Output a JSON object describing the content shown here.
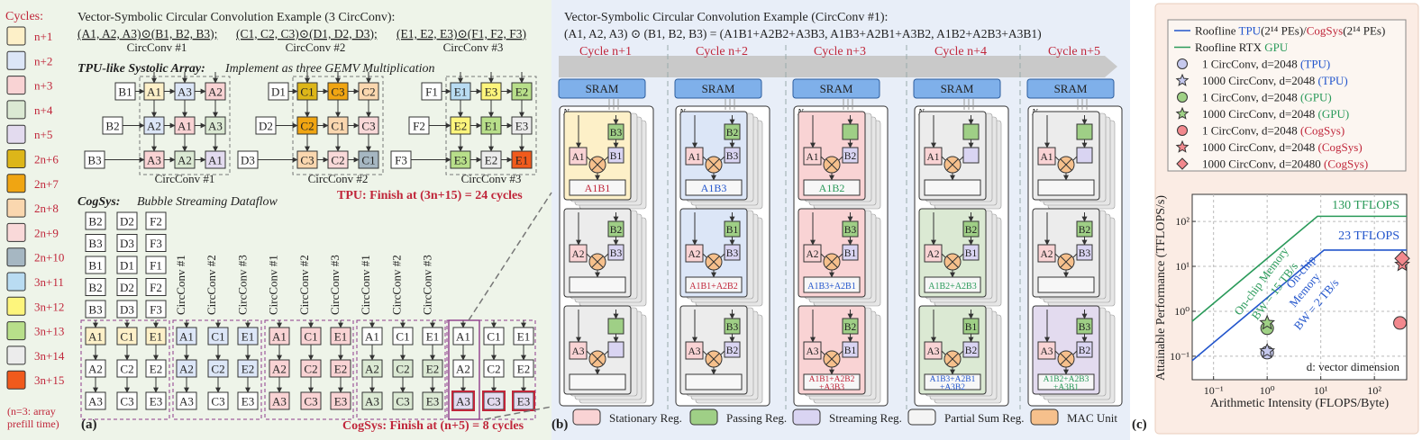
{
  "colors": {
    "n1": "#fdf0c8",
    "n2": "#dce6f7",
    "n3": "#f9d3d4",
    "n4": "#dbe9d3",
    "n5": "#e3dbef",
    "2n6": "#ddb619",
    "2n7": "#f0a512",
    "2n8": "#fad7af",
    "2n9": "#f9d9d9",
    "2n10": "#a6b7c2",
    "3n11": "#b9dcf2",
    "3n12": "#fdf57c",
    "3n13": "#b8df8a",
    "3n14": "#ececec",
    "3n15": "#f05a1c",
    "stationary": "#f9d3d4",
    "passing": "#9fcf86",
    "streaming": "#d9d4f2",
    "partial": "#f4f4f4",
    "mac": "#f6c08c",
    "tpu_line": "#2255cc",
    "gpu_line": "#2a9a5a",
    "cogsys_red": "#c0263a"
  },
  "legend": {
    "title": "Cycles:",
    "items": [
      {
        "key": "n1",
        "label": "n+1"
      },
      {
        "key": "n2",
        "label": "n+2"
      },
      {
        "key": "n3",
        "label": "n+3"
      },
      {
        "key": "n4",
        "label": "n+4"
      },
      {
        "key": "n5",
        "label": "n+5"
      },
      {
        "key": "2n6",
        "label": "2n+6"
      },
      {
        "key": "2n7",
        "label": "2n+7"
      },
      {
        "key": "2n8",
        "label": "2n+8"
      },
      {
        "key": "2n9",
        "label": "2n+9"
      },
      {
        "key": "2n10",
        "label": "2n+10"
      },
      {
        "key": "3n11",
        "label": "3n+11"
      },
      {
        "key": "3n12",
        "label": "3n+12"
      },
      {
        "key": "3n13",
        "label": "3n+13"
      },
      {
        "key": "3n14",
        "label": "3n+14"
      },
      {
        "key": "3n15",
        "label": "3n+15"
      }
    ],
    "note_line1": "(n=3: array",
    "note_line2": "prefill time)"
  },
  "panel_a": {
    "title": "Vector-Symbolic Circular Convolution Example (3 CircConv):",
    "eq1": "(A1, A2, A3)⊙(B1, B2, B3);",
    "eq2": "(C1, C2, C3)⊙(D1, D2, D3);",
    "eq3": "(E1, E2, E3)⊙(F1, F2, F3)",
    "brace1": "CircConv #1",
    "brace2": "CircConv #2",
    "brace3": "CircConv #3",
    "tpu_title": "TPU-like Systolic Array:",
    "tpu_sub": "Implement as three GEMV Multiplication",
    "array1_label": "CircConv #1",
    "array2_label": "CircConv #2",
    "array3_label": "CircConv #3",
    "tpu_finish": "TPU: Finish at (3n+15) = 24 cycles",
    "cogsys_title": "CogSys:",
    "cogsys_sub": "Bubble Streaming Dataflow",
    "col_labels": [
      "CircConv #1",
      "CircConv #2",
      "CircConv #3",
      "CircConv #1",
      "CircConv #2",
      "CircConv #3",
      "CircConv #1",
      "CircConv #2",
      "CircConv #3"
    ],
    "cogsys_finish": "CogSys: Finish at (n+5) = 8 cycles",
    "panel_label": "(a)",
    "arrays": [
      {
        "inputs": [
          "B1",
          "B2",
          "B3"
        ],
        "cells": [
          [
            "A1",
            "A3",
            "A2"
          ],
          [
            "A2",
            "A1",
            "A3"
          ],
          [
            "A3",
            "A2",
            "A1"
          ]
        ],
        "colors": [
          [
            "n1",
            "n2",
            "n3"
          ],
          [
            "n2",
            "n3",
            "n4"
          ],
          [
            "n3",
            "n4",
            "n5"
          ]
        ]
      },
      {
        "inputs": [
          "D1",
          "D2",
          "D3"
        ],
        "cells": [
          [
            "C1",
            "C3",
            "C2"
          ],
          [
            "C2",
            "C1",
            "C3"
          ],
          [
            "C3",
            "C2",
            "C1"
          ]
        ],
        "colors": [
          [
            "2n6",
            "2n7",
            "2n8"
          ],
          [
            "2n7",
            "2n8",
            "2n9"
          ],
          [
            "2n8",
            "2n9",
            "2n10"
          ]
        ]
      },
      {
        "inputs": [
          "F1",
          "F2",
          "F3"
        ],
        "cells": [
          [
            "E1",
            "E3",
            "E2"
          ],
          [
            "E2",
            "E1",
            "E3"
          ],
          [
            "E3",
            "E2",
            "E1"
          ]
        ],
        "colors": [
          [
            "3n11",
            "3n12",
            "3n13"
          ],
          [
            "3n12",
            "3n13",
            "3n14"
          ],
          [
            "3n13",
            "3n14",
            "3n15"
          ]
        ]
      }
    ],
    "streams": [
      [
        "B2",
        "B3",
        "B1",
        "B2",
        "B3"
      ],
      [
        "D2",
        "D3",
        "D1",
        "D2",
        "D3"
      ],
      [
        "F2",
        "F3",
        "F1",
        "F2",
        "F3"
      ]
    ],
    "groups": [
      {
        "color": "n1",
        "label_rows": [
          [
            "A1",
            "C1",
            "E1"
          ],
          [
            "A2",
            "C2",
            "E2"
          ],
          [
            "A3",
            "C3",
            "E3"
          ]
        ],
        "row_colors": [
          "n1",
          "plain",
          "plain"
        ]
      },
      {
        "color": "n2",
        "label_rows": [
          [
            "A1",
            "C1",
            "E1"
          ],
          [
            "A2",
            "C2",
            "E2"
          ],
          [
            "A3",
            "C3",
            "E3"
          ]
        ],
        "row_colors": [
          "n2",
          "n2",
          "plain"
        ]
      },
      {
        "color": "n3",
        "label_rows": [
          [
            "A1",
            "C1",
            "E1"
          ],
          [
            "A2",
            "C2",
            "E2"
          ],
          [
            "A3",
            "C3",
            "E3"
          ]
        ],
        "row_colors": [
          "n3",
          "n3",
          "n3"
        ]
      },
      {
        "color": "n4",
        "label_rows": [
          [
            "A1",
            "C1",
            "E1"
          ],
          [
            "A2",
            "C2",
            "E2"
          ],
          [
            "A3",
            "C3",
            "E3"
          ]
        ],
        "row_colors": [
          "plain",
          "n4",
          "n4"
        ]
      },
      {
        "color": "n5",
        "label_rows": [
          [
            "A1",
            "C1",
            "E1"
          ],
          [
            "A2",
            "C2",
            "E2"
          ],
          [
            "A3",
            "C3",
            "E3"
          ]
        ],
        "row_colors": [
          "plain",
          "plain",
          "n5"
        ]
      }
    ]
  },
  "panel_b": {
    "title": "Vector-Symbolic Circular Convolution Example (CircConv #1):",
    "eq": "(A1, A2, A3) ⊙ (B1, B2, B3) = (A1B1+A2B2+A3B3, A1B3+A2B1+A3B2, A1B2+A2B3+A3B1)",
    "cycles": [
      "Cycle n+1",
      "Cycle n+2",
      "Cycle n+3",
      "Cycle n+4",
      "Cycle n+5"
    ],
    "sram": "SRAM",
    "n_label": "N",
    "columns": [
      {
        "bg": "n1",
        "rows": [
          {
            "bg": "n1",
            "a": "A1",
            "b": "B3",
            "b_color": "passing",
            "bot": "B1",
            "bot_color": "streaming",
            "out": "A1B1",
            "out2": "",
            "out_color": "cogsys_red"
          },
          {
            "bg": "3n14",
            "a": "A2",
            "b": "B2",
            "b_color": "passing",
            "bot": "B3",
            "bot_color": "streaming",
            "out": "",
            "out2": "",
            "out_color": "cogsys_red"
          },
          {
            "bg": "3n14",
            "a": "A3",
            "b": "",
            "b_color": "passing",
            "bot": "",
            "bot_color": "streaming",
            "out": "",
            "out2": "",
            "out_color": "cogsys_red"
          }
        ]
      },
      {
        "bg": "n2",
        "rows": [
          {
            "bg": "n2",
            "a": "A1",
            "b": "B2",
            "b_color": "passing",
            "bot": "B3",
            "bot_color": "streaming",
            "out": "A1B3",
            "out2": "",
            "out_color": "tpu_line"
          },
          {
            "bg": "n2",
            "a": "A2",
            "b": "B1",
            "b_color": "passing",
            "bot": "B3",
            "bot_color": "streaming",
            "out": "A1B1+A2B2",
            "out2": "",
            "out_color": "cogsys_red"
          },
          {
            "bg": "3n14",
            "a": "A3",
            "b": "B3",
            "b_color": "passing",
            "bot": "B2",
            "bot_color": "streaming",
            "out": "",
            "out2": "",
            "out_color": "cogsys_red"
          }
        ]
      },
      {
        "bg": "n3",
        "rows": [
          {
            "bg": "n3",
            "a": "A1",
            "b": "",
            "b_color": "passing",
            "bot": "B2",
            "bot_color": "streaming",
            "out": "A1B2",
            "out2": "",
            "out_color": "gpu_line"
          },
          {
            "bg": "n3",
            "a": "A2",
            "b": "B3",
            "b_color": "passing",
            "bot": "B1",
            "bot_color": "streaming",
            "out": "A1B3+A2B1",
            "out2": "",
            "out_color": "tpu_line"
          },
          {
            "bg": "n3",
            "a": "A3",
            "b": "B2",
            "b_color": "passing",
            "bot": "B1",
            "bot_color": "streaming",
            "out": "A1B1+A2B2",
            "out2": "+A3B3",
            "out_color": "cogsys_red"
          }
        ]
      },
      {
        "bg": "3n14",
        "rows": [
          {
            "bg": "3n14",
            "a": "A1",
            "b": "",
            "b_color": "passing",
            "bot": "",
            "bot_color": "streaming",
            "out": "",
            "out2": "",
            "out_color": "cogsys_red"
          },
          {
            "bg": "n4",
            "a": "A2",
            "b": "B2",
            "b_color": "passing",
            "bot": "B1",
            "bot_color": "streaming",
            "out": "A1B2+A2B3",
            "out2": "",
            "out_color": "gpu_line"
          },
          {
            "bg": "n4",
            "a": "A3",
            "b": "B1",
            "b_color": "passing",
            "bot": "B2",
            "bot_color": "streaming",
            "out": "A1B3+A2B1",
            "out2": "+A3B2",
            "out_color": "tpu_line"
          }
        ]
      },
      {
        "bg": "3n14",
        "rows": [
          {
            "bg": "3n14",
            "a": "A1",
            "b": "",
            "b_color": "passing",
            "bot": "",
            "bot_color": "streaming",
            "out": "",
            "out2": "",
            "out_color": "cogsys_red"
          },
          {
            "bg": "3n14",
            "a": "A2",
            "b": "B2",
            "b_color": "passing",
            "bot": "B3",
            "bot_color": "streaming",
            "out": "",
            "out2": "",
            "out_color": "cogsys_red"
          },
          {
            "bg": "n5",
            "a": "A3",
            "b": "B3",
            "b_color": "passing",
            "bot": "B2",
            "bot_color": "streaming",
            "out": "A1B2+A2B3",
            "out2": "+A3B1",
            "out_color": "gpu_line"
          }
        ]
      }
    ],
    "legend": [
      {
        "key": "stationary",
        "label": "Stationary Reg."
      },
      {
        "key": "passing",
        "label": "Passing Reg."
      },
      {
        "key": "streaming",
        "label": "Streaming Reg."
      },
      {
        "key": "partial",
        "label": "Partial Sum Reg."
      },
      {
        "key": "mac",
        "label": "MAC Unit"
      }
    ],
    "panel_label": "(b)"
  },
  "panel_c": {
    "panel_label": "(c)",
    "legend": [
      {
        "kind": "line",
        "color": "tpu_line",
        "parts": [
          [
            "Roofline ",
            "#222222"
          ],
          [
            "TPU",
            "#2255cc"
          ],
          [
            "(2¹⁴ PEs)/",
            "#222222"
          ],
          [
            "CogSys",
            "#c0263a"
          ],
          [
            "(2¹⁴ PEs)",
            "#222222"
          ]
        ]
      },
      {
        "kind": "line",
        "color": "gpu_line",
        "parts": [
          [
            "Roofline RTX ",
            "#222222"
          ],
          [
            "GPU",
            "#2a9a5a"
          ]
        ]
      },
      {
        "kind": "circle",
        "fill": "#c6c9ee",
        "parts": [
          [
            "1 CircConv, d=2048  ",
            "#222222"
          ],
          [
            "(TPU)",
            "#2255cc"
          ]
        ]
      },
      {
        "kind": "star",
        "fill": "#c6c9ee",
        "parts": [
          [
            "1000 CircConv, d=2048  ",
            "#222222"
          ],
          [
            "(TPU)",
            "#2255cc"
          ]
        ]
      },
      {
        "kind": "circle",
        "fill": "#9fd185",
        "parts": [
          [
            "1 CircConv, d=2048  ",
            "#222222"
          ],
          [
            "(GPU)",
            "#2a9a5a"
          ]
        ]
      },
      {
        "kind": "star",
        "fill": "#9fd185",
        "parts": [
          [
            "1000 CircConv, d=2048  ",
            "#222222"
          ],
          [
            "(GPU)",
            "#2a9a5a"
          ]
        ]
      },
      {
        "kind": "circle",
        "fill": "#f2888d",
        "parts": [
          [
            "1 CircConv, d=2048  ",
            "#222222"
          ],
          [
            "(CogSys)",
            "#c0263a"
          ]
        ]
      },
      {
        "kind": "star",
        "fill": "#f2888d",
        "parts": [
          [
            "1000 CircConv, d=2048  ",
            "#222222"
          ],
          [
            "(CogSys)",
            "#c0263a"
          ]
        ]
      },
      {
        "kind": "diamond",
        "fill": "#f2888d",
        "parts": [
          [
            "1000 CircConv, d=20480  ",
            "#222222"
          ],
          [
            "(CogSys)",
            "#c0263a"
          ]
        ]
      }
    ],
    "annotations": {
      "gpu_mem": "On-chip Memory",
      "gpu_bw": "BW = 15 TB/s",
      "tpu_mem1": "On-chip",
      "tpu_mem2": "Memory",
      "tpu_bw": "BW = 2 TB/s",
      "peak_gpu": "130 TFLOPS",
      "peak_tpu": "23 TFLOPS",
      "dim_note": "d: vector dimension"
    }
  },
  "chart_data": {
    "type": "scatter",
    "title": "",
    "xlabel": "Arithmetic Intensity (FLOPS/Byte)",
    "ylabel": "Attainable Performance (TFLOPS/s)",
    "xscale": "log",
    "yscale": "log",
    "xlim": [
      0.04,
      400
    ],
    "ylim": [
      0.03,
      400
    ],
    "x_ticks": [
      0.1,
      1,
      10,
      100
    ],
    "x_tick_labels": [
      "10⁻¹",
      "10⁰",
      "10¹",
      "10²"
    ],
    "y_ticks": [
      0.1,
      1,
      10,
      100
    ],
    "y_tick_labels": [
      "10⁻¹",
      "10⁰",
      "10¹",
      "10²"
    ],
    "grid": true,
    "legend_position": "top",
    "rooflines": [
      {
        "name": "Roofline TPU(2¹⁴ PEs)/CogSys(2¹⁴ PEs)",
        "color": "#2255cc",
        "bandwidth_TBs": 2,
        "peak_TFLOPS": 23
      },
      {
        "name": "Roofline RTX GPU",
        "color": "#2a9a5a",
        "bandwidth_TBs": 15,
        "peak_TFLOPS": 130
      }
    ],
    "series": [
      {
        "name": "1 CircConv, d=2048 (TPU)",
        "marker": "circle",
        "color": "#c6c9ee",
        "x": [
          1
        ],
        "y": [
          0.12
        ]
      },
      {
        "name": "1000 CircConv, d=2048 (TPU)",
        "marker": "star",
        "color": "#c6c9ee",
        "x": [
          1
        ],
        "y": [
          0.13
        ]
      },
      {
        "name": "1 CircConv, d=2048 (GPU)",
        "marker": "circle",
        "color": "#9fd185",
        "x": [
          1
        ],
        "y": [
          0.42
        ]
      },
      {
        "name": "1000 CircConv, d=2048 (GPU)",
        "marker": "star",
        "color": "#9fd185",
        "x": [
          1
        ],
        "y": [
          0.55
        ]
      },
      {
        "name": "1 CircConv, d=2048 (CogSys)",
        "marker": "circle",
        "color": "#f2888d",
        "x": [
          300
        ],
        "y": [
          0.55
        ]
      },
      {
        "name": "1000 CircConv, d=2048 (CogSys)",
        "marker": "star",
        "color": "#f2888d",
        "x": [
          330
        ],
        "y": [
          11
        ]
      },
      {
        "name": "1000 CircConv, d=20480 (CogSys)",
        "marker": "diamond",
        "color": "#f2888d",
        "x": [
          330
        ],
        "y": [
          15
        ]
      }
    ]
  }
}
